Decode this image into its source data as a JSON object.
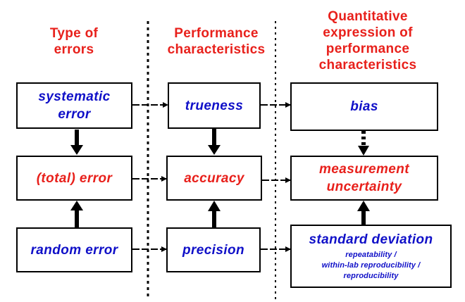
{
  "headers": {
    "col1": "Type of\nerrors",
    "col2": "Performance\ncharacteristics",
    "col3": "Quantitative\nexpression of\nperformance\ncharacteristics"
  },
  "boxes": {
    "systematic_error": "systematic\nerror",
    "total_error": "(total) error",
    "random_error": "random error",
    "trueness": "trueness",
    "accuracy": "accuracy",
    "precision": "precision",
    "bias": "bias",
    "measurement_uncertainty": "measurement\nuncertainty",
    "standard_deviation": "standard deviation",
    "sd_details": "repeatability /\nwithin-lab reproducibility /\nreproducibility"
  },
  "colors": {
    "header": "#e8201b",
    "box_text_blue": "#1010c8",
    "box_text_red": "#e8201b",
    "lines": "#000000"
  }
}
